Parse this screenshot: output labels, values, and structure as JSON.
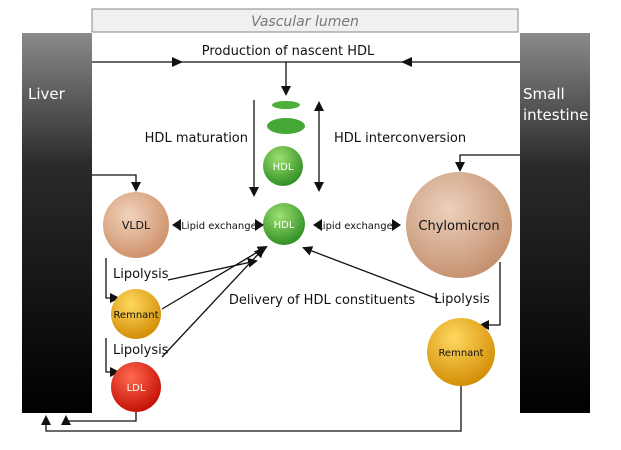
{
  "labels": {
    "lumen": "Vascular lumen",
    "liver": "Liver",
    "intestine_line1": "Small",
    "intestine_line2": "intestine",
    "production": "Production of nascent HDL",
    "maturation": "HDL maturation",
    "interconversion": "HDL interconversion",
    "lipid_exchange_left": "Lipid exchange",
    "lipid_exchange_right": "Lipid exchange",
    "lipolysis_1": "Lipolysis",
    "lipolysis_2": "Lipolysis",
    "lipolysis_3": "Lipolysis",
    "delivery": "Delivery of HDL constituents"
  },
  "particles": {
    "vldl": "VLDL",
    "remnant_left": "Remnant",
    "ldl": "LDL",
    "hdl_top": "HDL",
    "hdl_center": "HDL",
    "chylomicron": "Chylomicron",
    "remnant_right": "Remnant"
  },
  "colors": {
    "vldl": "#d9a07a",
    "chylomicron": "#d4a080",
    "remnant": "#e8a800",
    "ldl": "#e02010",
    "hdl": "#3aa030"
  }
}
